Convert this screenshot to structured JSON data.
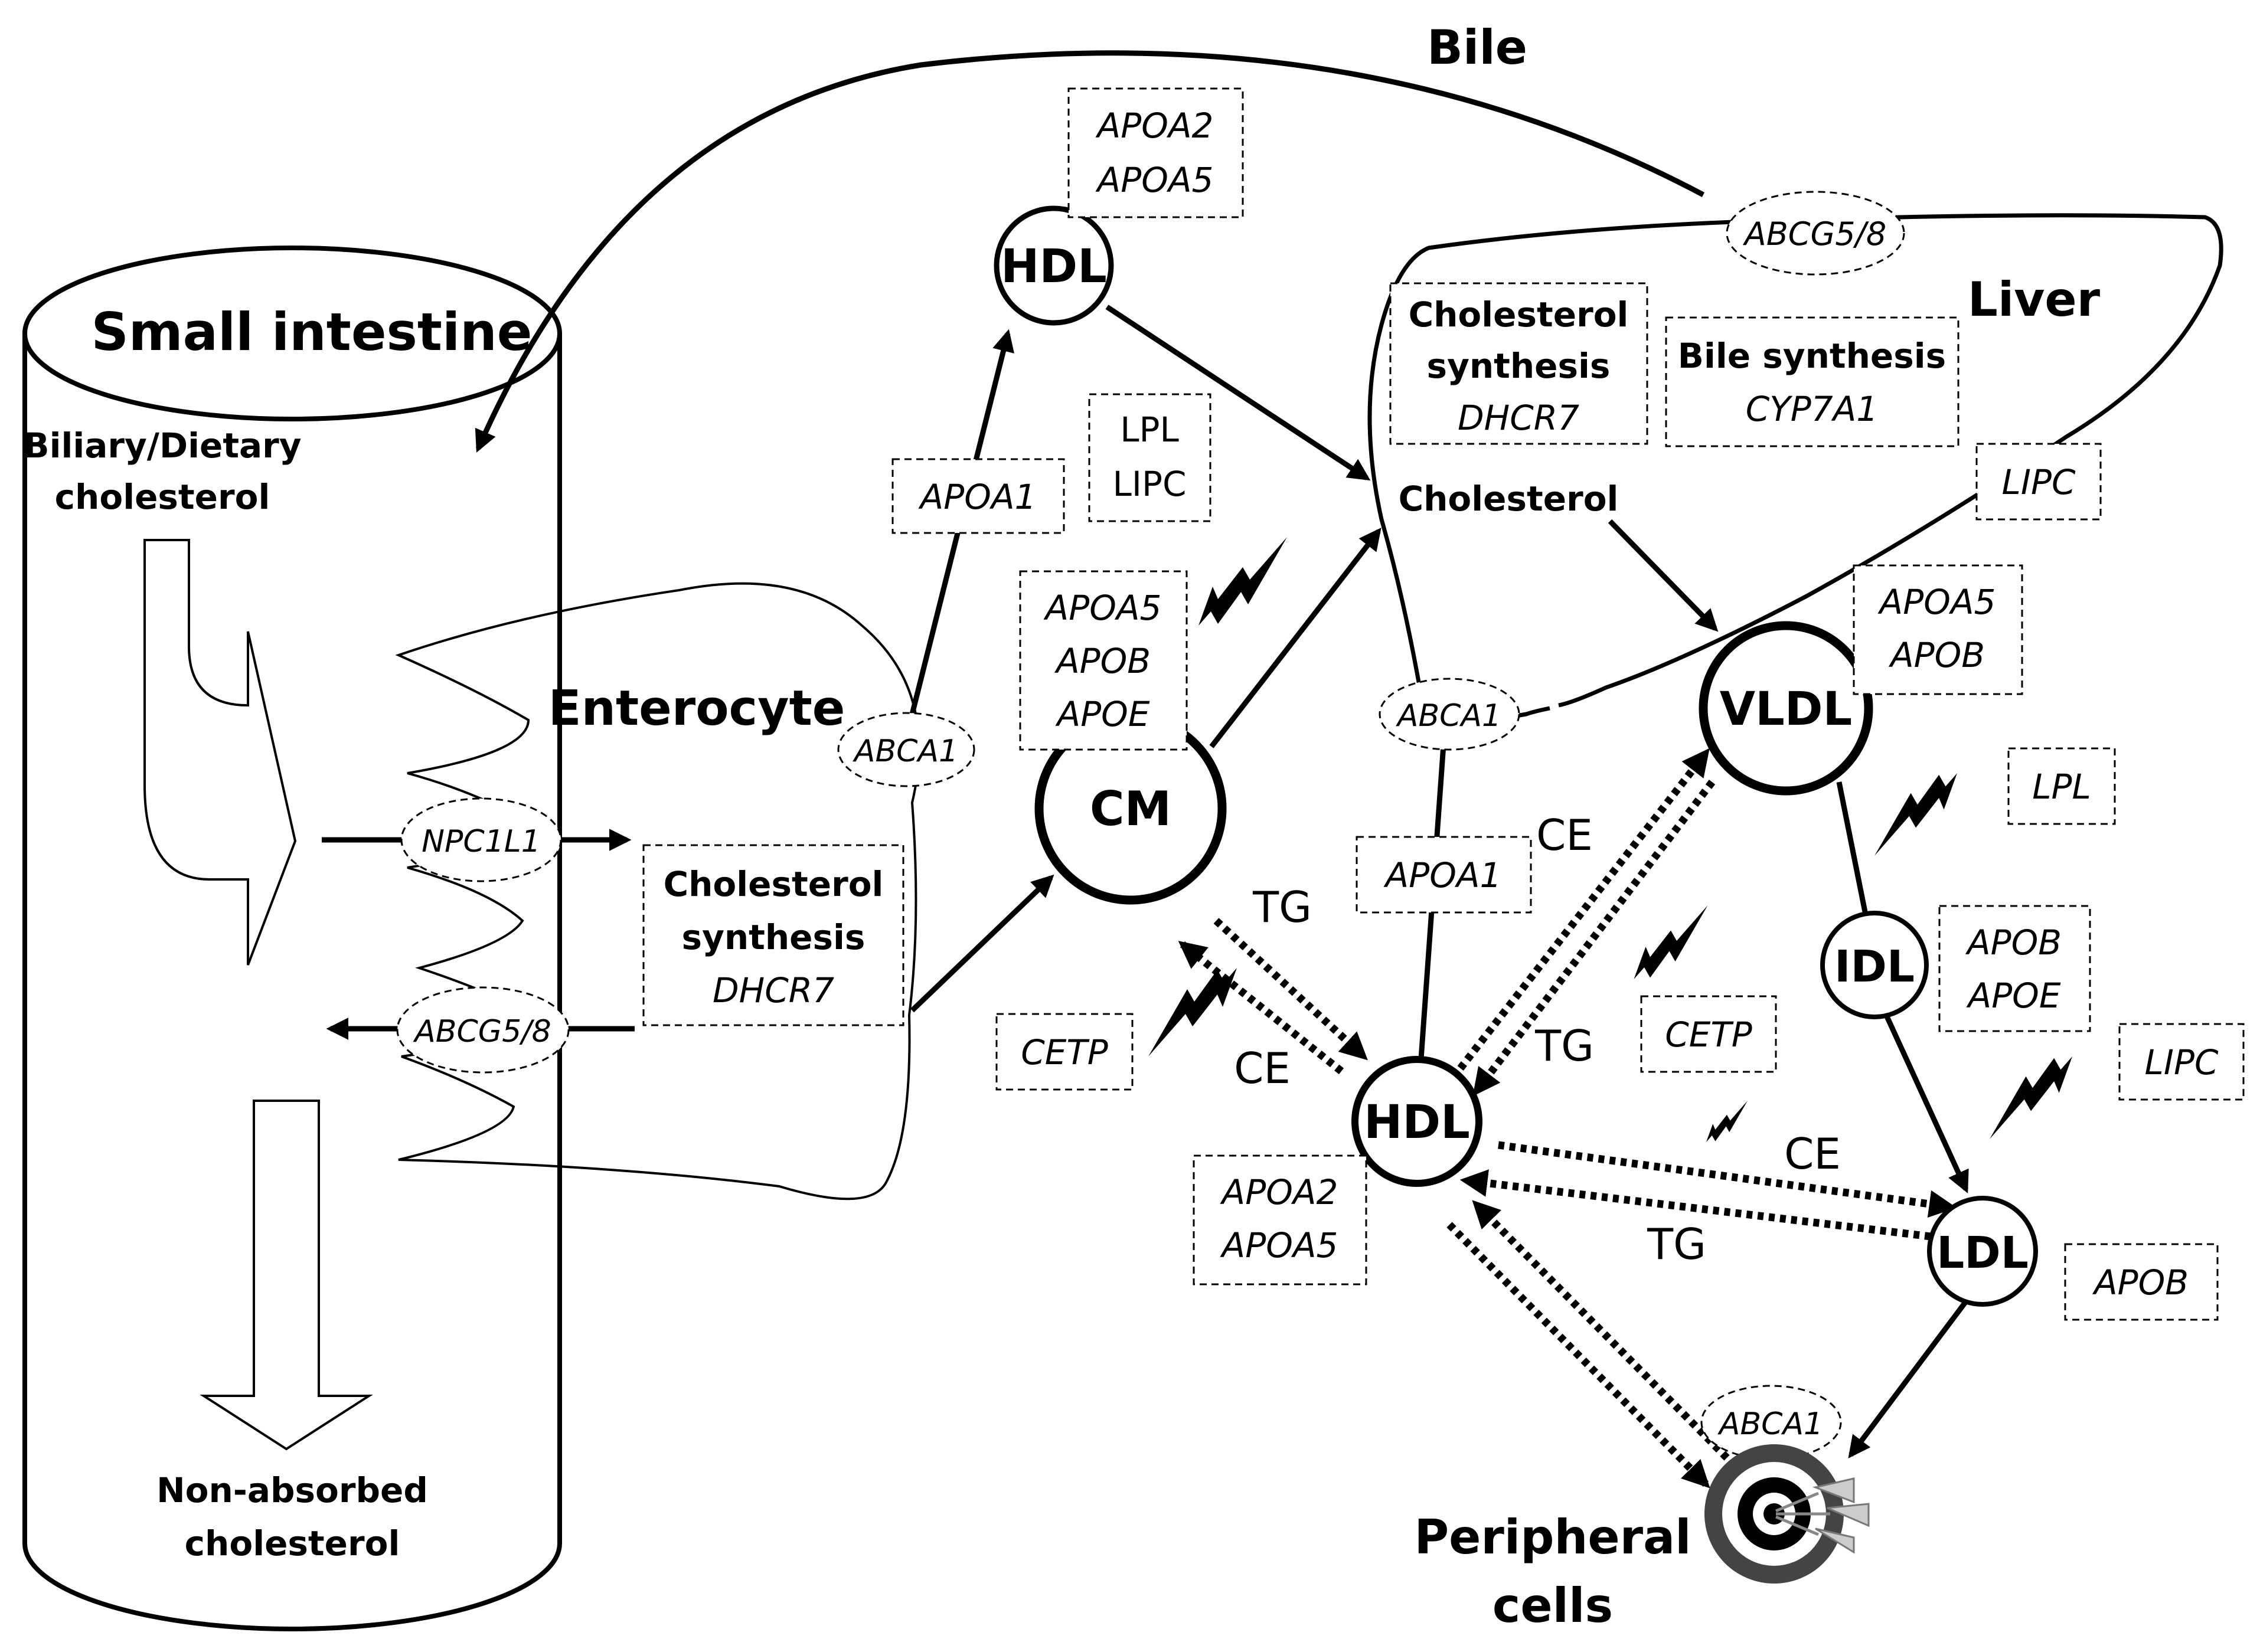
{
  "labels": {
    "bile": "Bile",
    "small_intestine": "Small intestine",
    "biliary_dietary_1": "Biliary/Dietary",
    "biliary_dietary_2": "cholesterol",
    "non_absorbed_1": "Non-absorbed",
    "non_absorbed_2": "cholesterol",
    "enterocyte": "Enterocyte",
    "liver": "Liver",
    "liver_cholesterol": "Cholesterol",
    "peripheral_1": "Peripheral",
    "peripheral_2": "cells",
    "ce_1": "CE",
    "tg_1": "TG",
    "ce_2": "CE",
    "tg_2": "TG",
    "ce_3": "CE",
    "tg_3": "TG"
  },
  "lipoproteins": {
    "hdl_top": "HDL",
    "cm": "CM",
    "hdl_center": "HDL",
    "vldl": "VLDL",
    "idl": "IDL",
    "ldl": "LDL"
  },
  "transporters": {
    "abcg58_liver": "ABCG5/8",
    "abca1_enterocyte": "ABCA1",
    "npc1l1": "NPC1L1",
    "abcg58_intestine": "ABCG5/8",
    "abca1_liver": "ABCA1",
    "abca1_peripheral": "ABCA1"
  },
  "boxes": {
    "hdl_top_apos": [
      "APOA2",
      "APOA5"
    ],
    "apoa1_enterocyte": "APOA1",
    "lpl_lipc": [
      "LPL",
      "LIPC"
    ],
    "cm_apos": [
      "APOA5",
      "APOB",
      "APOE"
    ],
    "enterocyte_synthesis": {
      "title_1": "Cholesterol",
      "title_2": "synthesis",
      "gene": "DHCR7"
    },
    "liver_synthesis": {
      "title_1": "Cholesterol",
      "title_2": "synthesis",
      "gene": "DHCR7"
    },
    "bile_synthesis": {
      "title": "Bile synthesis",
      "gene": "CYP7A1"
    },
    "lipc_liver": "LIPC",
    "vldl_apos": [
      "APOA5",
      "APOB"
    ],
    "lpl_right": "LPL",
    "apoa1_center": "APOA1",
    "cetp_left": "CETP",
    "cetp_right": "CETP",
    "idl_apos": [
      "APOB",
      "APOE"
    ],
    "lipc_right": "LIPC",
    "hdl_center_apos": [
      "APOA2",
      "APOA5"
    ],
    "ldl_apos": "APOB"
  }
}
